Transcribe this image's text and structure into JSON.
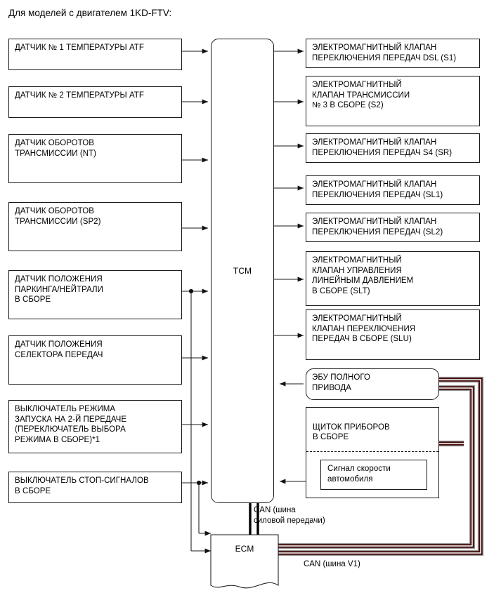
{
  "title": "Для моделей с двигателем 1KD-FTV:",
  "colors": {
    "line": "#1a1a1a",
    "box_border": "#1a1a1a",
    "background": "#ffffff",
    "can_v1_bus": "#420c0c",
    "can_v1_bus_outline": "#9a9a9a",
    "can_powertrain": "#000000"
  },
  "controllers": {
    "tcm": {
      "label": "TCM",
      "shape": "rounded-rect"
    },
    "ecm": {
      "label": "ECM",
      "shape": "torn-bottom-rect"
    }
  },
  "inputs": [
    {
      "id": "atf-temp-1",
      "label": "ДАТЧИК № 1 ТЕМПЕРАТУРЫ ATF"
    },
    {
      "id": "atf-temp-2",
      "label": "ДАТЧИК № 2 ТЕМПЕРАТУРЫ ATF"
    },
    {
      "id": "speed-nt",
      "label": "ДАТЧИК ОБОРОТОВ\nТРАНСМИССИИ (NT)"
    },
    {
      "id": "speed-sp2",
      "label": "ДАТЧИК ОБОРОТОВ\nТРАНСМИССИИ (SP2)"
    },
    {
      "id": "park-neutral",
      "label": "ДАТЧИК ПОЛОЖЕНИЯ\nПАРКИНГА/НЕЙТРАЛИ\nВ СБОРЕ"
    },
    {
      "id": "gear-selector",
      "label": "ДАТЧИК ПОЛОЖЕНИЯ\nСЕЛЕКТОРА ПЕРЕДАЧ"
    },
    {
      "id": "second-start-switch",
      "label": "ВЫКЛЮЧАТЕЛЬ РЕЖИМА\nЗАПУСКА НА 2-Й ПЕРЕДАЧЕ\n(ПЕРЕКЛЮЧАТЕЛЬ ВЫБОРА\nРЕЖИМА В СБОРЕ)*1"
    },
    {
      "id": "stop-lamp-switch",
      "label": "ВЫКЛЮЧАТЕЛЬ СТОП-СИГНАЛОВ\nВ СБОРЕ"
    }
  ],
  "outputs": [
    {
      "id": "solenoid-dsl-s1",
      "label": "ЭЛЕКТРОМАГНИТНЫЙ КЛАПАН\nПЕРЕКЛЮЧЕНИЯ ПЕРЕДАЧ DSL (S1)"
    },
    {
      "id": "solenoid-s2",
      "label": "ЭЛЕКТРОМАГНИТНЫЙ\nКЛАПАН ТРАНСМИССИИ\n№ 3 В СБОРЕ (S2)"
    },
    {
      "id": "solenoid-s4-sr",
      "label": "ЭЛЕКТРОМАГНИТНЫЙ КЛАПАН\nПЕРЕКЛЮЧЕНИЯ ПЕРЕДАЧ S4 (SR)"
    },
    {
      "id": "solenoid-sl1",
      "label": "ЭЛЕКТРОМАГНИТНЫЙ КЛАПАН\nПЕРЕКЛЮЧЕНИЯ ПЕРЕДАЧ (SL1)"
    },
    {
      "id": "solenoid-sl2",
      "label": "ЭЛЕКТРОМАГНИТНЫЙ КЛАПАН\nПЕРЕКЛЮЧЕНИЯ ПЕРЕДАЧ (SL2)"
    },
    {
      "id": "solenoid-slt",
      "label": "ЭЛЕКТРОМАГНИТНЫЙ\nКЛАПАН УПРАВЛЕНИЯ\nЛИНЕЙНЫМ ДАВЛЕНИЕМ\nВ СБОРЕ (SLT)"
    },
    {
      "id": "solenoid-slu",
      "label": "ЭЛЕКТРОМАГНИТНЫЙ\nКЛАПАН ПЕРЕКЛЮЧЕНИЯ\nПЕРЕДАЧ В СБОРЕ (SLU)"
    }
  ],
  "modules": [
    {
      "id": "awd-ecu",
      "label": "ЭБУ ПОЛНОГО\nПРИВОДА"
    },
    {
      "id": "combination-meter",
      "label": "ЩИТОК ПРИБОРОВ\nВ СБОРЕ"
    },
    {
      "id": "vehicle-speed-signal",
      "label": "Сигнал скорости\nавтомобиля"
    }
  ],
  "bus_labels": {
    "can_powertrain": "CAN (шина\nсиловой передачи)",
    "can_v1": "CAN (шина V1)"
  }
}
